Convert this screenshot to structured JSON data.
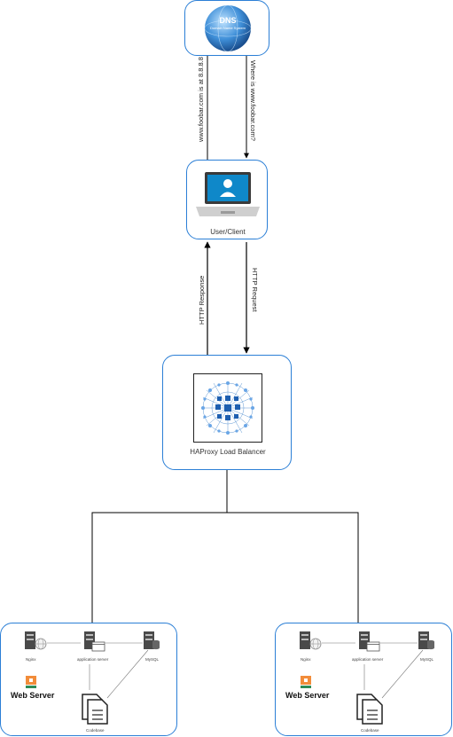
{
  "dns": {
    "logo_text": "DNS",
    "logo_subtitle": "Domain Name System",
    "query_text": "Where is  www.foobar.com?",
    "answer_text": "www.foobar.com is at 8.8.8.8"
  },
  "client": {
    "label": "User/Client"
  },
  "http": {
    "request_label": "HTTP Request",
    "response_label": "HTTP Response"
  },
  "load_balancer": {
    "label": "HAProxy Load Balancer"
  },
  "servers": [
    {
      "title": "Web Server",
      "nginx_label": "Nginx",
      "app_label": "application server",
      "db_label": "MySQL",
      "code_label": "Codebase"
    },
    {
      "title": "Web Server",
      "nginx_label": "Nginx",
      "app_label": "application server",
      "db_label": "MySQL",
      "code_label": "Codebase"
    }
  ],
  "colors": {
    "border": "#2b7fd6",
    "line": "#000000",
    "globe": "#1e6fb8",
    "server_icon": "#555555",
    "web_icon": "#e8823a"
  }
}
